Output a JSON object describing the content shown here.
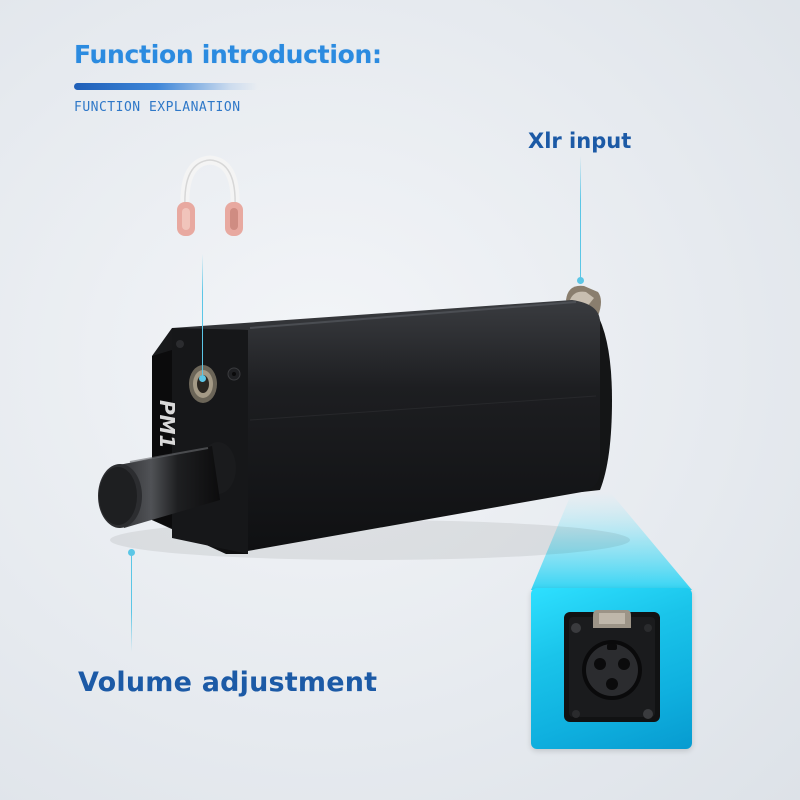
{
  "header": {
    "title": "Function introduction:",
    "subtitle": "FUNCTION EXPLANATION"
  },
  "callouts": {
    "xlr_input": "Xlr input",
    "volume_adjustment": "Volume adjustment"
  },
  "device": {
    "model_text": "PM1"
  },
  "colors": {
    "title_blue": "#2b8be0",
    "label_navy": "#1c5aa6",
    "leader_cyan": "#5bc6e6",
    "inset_cyan": "#1ac4ea",
    "device_black": "#151617"
  },
  "icons": [
    "headphones-icon",
    "xlr-female-connector-icon"
  ]
}
